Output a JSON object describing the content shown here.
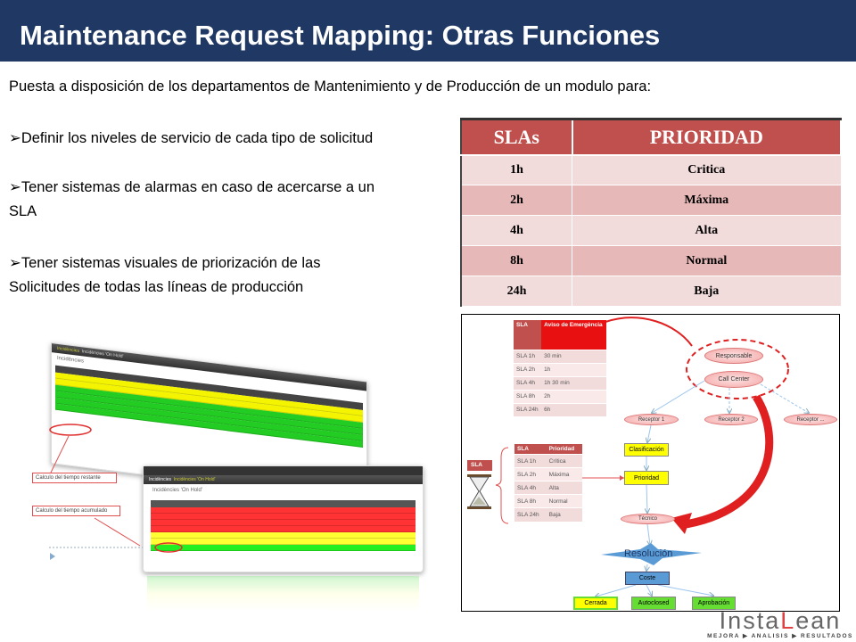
{
  "title": "Maintenance Request Mapping: Otras Funciones",
  "intro": "Puesta a disposición de los departamentos de Mantenimiento y de Producción de un modulo para:",
  "bullets": [
    "➢Definir los niveles de servicio de cada tipo de solicitud",
    "➢Tener sistemas de alarmas en caso de acercarse a un SLA",
    "➢Tener sistemas visuales de priorización de las Solicitudes de todas las líneas de producción"
  ],
  "sla_table": {
    "headers": [
      "SLAs",
      "PRIORIDAD"
    ],
    "rows": [
      [
        "1h",
        "Critica"
      ],
      [
        "2h",
        "Máxima"
      ],
      [
        "4h",
        "Alta"
      ],
      [
        "8h",
        "Normal"
      ],
      [
        "24h",
        "Baja"
      ]
    ]
  },
  "diagram": {
    "aviso_table": {
      "headers": [
        "SLA",
        "Aviso de Emergència"
      ],
      "rows": [
        [
          "SLA 1h",
          "30 min"
        ],
        [
          "SLA 2h",
          "1h"
        ],
        [
          "SLA 4h",
          "1h 30 min"
        ],
        [
          "SLA 8h",
          "2h"
        ],
        [
          "SLA 24h",
          "6h"
        ]
      ]
    },
    "prio_table": {
      "headers": [
        "SLA",
        "Prioridad"
      ],
      "rows": [
        [
          "SLA 1h",
          "Crítica"
        ],
        [
          "SLA 2h",
          "Máxima"
        ],
        [
          "SLA 4h",
          "Alta"
        ],
        [
          "SLA 8h",
          "Normal"
        ],
        [
          "SLA 24h",
          "Baja"
        ]
      ]
    },
    "sla_label": "SLA",
    "nodes": {
      "responsable": "Responsable",
      "call_center": "Call Center",
      "receptor1": "Receptor 1",
      "receptor2": "Receptor 2",
      "receptor3": "Receptor ...",
      "clasificacion": "Clasificación",
      "prioridad": "Prioridad",
      "tecnico": "Técnico",
      "resolucion": "Resolución",
      "coste": "Coste",
      "cerrada": "Cerrada",
      "autoclosed": "Autoclosed",
      "aprobacion": "Aprobación"
    }
  },
  "screens": {
    "tab1": "Incidències",
    "tab2": "Incidències 'On Hold'",
    "panel1_title": "Incidències",
    "panel2_title": "Incidències 'On Hold'",
    "callout1": "Calculo del tiempo restante",
    "callout2": "Calculo del tiempo acumulado"
  },
  "logo": {
    "name_a": "Insta",
    "name_b": "L",
    "name_c": "ean",
    "tagline": "MEJORA ▶ ANALISIS ▶ RESULTADOS"
  },
  "colors": {
    "title_bg": "#1f3864",
    "table_header": "#c0504d",
    "row_dark": "#e6b9b8",
    "row_light": "#f2dcdb"
  }
}
